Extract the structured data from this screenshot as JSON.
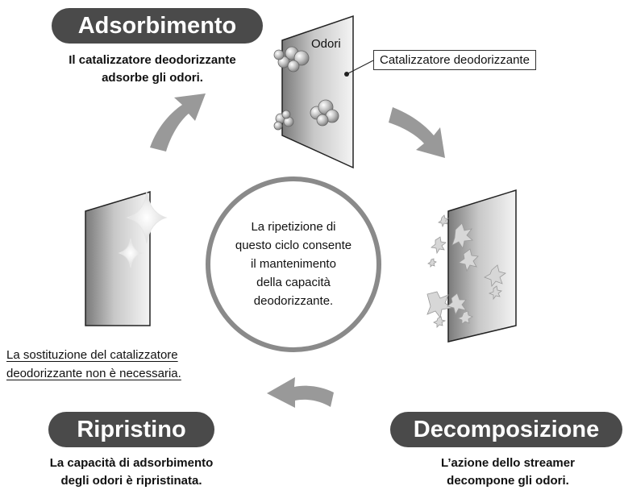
{
  "stages": {
    "adsorption": {
      "label": "Adsorbimento",
      "description_lines": [
        "Il catalizzatore deodorizzante",
        "adsorbe gli odori."
      ]
    },
    "decomposition": {
      "label": "Decomposizione",
      "description_lines": [
        "L’azione dello streamer",
        "decompone gli odori."
      ]
    },
    "restoration": {
      "label": "Ripristino",
      "description_lines": [
        "La capacità di adsorbimento",
        "degli odori è ripristinata."
      ]
    }
  },
  "labels": {
    "odors": "Odori",
    "catalyst": "Catalizzatore deodorizzante"
  },
  "center_text_lines": [
    "La ripetizione di",
    "questo ciclo consente",
    "il mantenimento",
    "della capacità",
    "deodorizzante."
  ],
  "note_lines": [
    "La sostituzione del catalizzatore",
    "deodorizzante non è necessaria."
  ],
  "colors": {
    "pill_background": "#4a4a4a",
    "arrow": "#999999",
    "circle_stroke": "#8a8a8a",
    "panel_dark": "#7a7a7a",
    "panel_light": "#f2f2f2"
  },
  "icons": [
    "curved-arrow-icon",
    "odor-bubble-icon",
    "sparkle-icon",
    "flower-fragment-icon"
  ]
}
